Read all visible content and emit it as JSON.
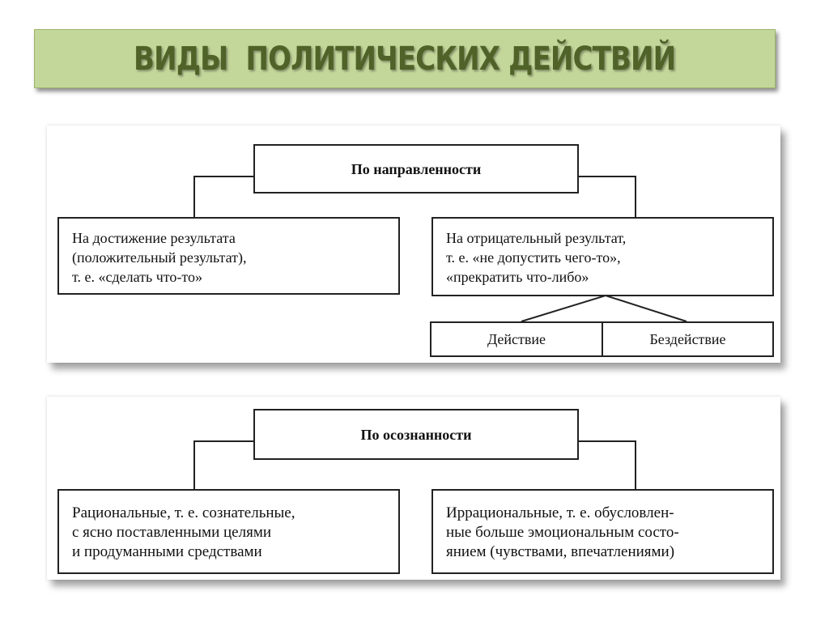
{
  "title": "ВИДЫ  ПОЛИТИЧЕСКИХ ДЕЙСТВИЙ",
  "diagram1": {
    "root": "По направленности",
    "left": "На достижение результата\n(положительный результат),\nт. е. «сделать что-то»",
    "right": "На отрицательный результат,\nт. е. «не допустить чего-то»,\n«прекратить что-либо»",
    "sub_left": "Действие",
    "sub_right": "Бездействие"
  },
  "diagram2": {
    "root": "По осознанности",
    "left": "Рациональные, т. е. сознательные,\nс ясно поставленными целями\nи продуманными средствами",
    "right": "Иррациональные, т. е. обусловлен-\nные больше эмоциональным состо-\nянием (чувствами, впечатлениями)"
  }
}
